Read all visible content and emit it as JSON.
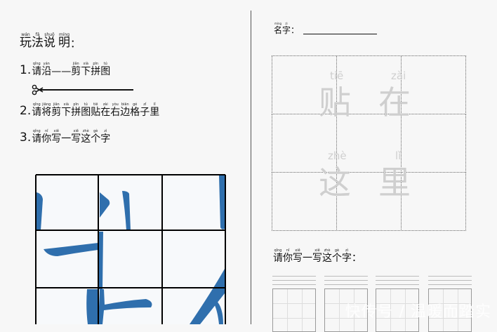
{
  "left": {
    "title": {
      "pinyin": [
        "wán",
        "fǎ",
        "shuō",
        "míng"
      ],
      "chars": [
        "玩",
        "法",
        "说",
        "明"
      ],
      "suffix": "："
    },
    "steps": [
      {
        "num": "1.",
        "pinyin": [
          "qǐng",
          "yán",
          "",
          "",
          "jiǎn",
          "xià",
          "pīn",
          "tú"
        ],
        "chars": [
          "请",
          "沿",
          "—",
          "—",
          "剪",
          "下",
          "拼",
          "图"
        ]
      },
      {
        "num": "2.",
        "pinyin": [
          "qǐng",
          "jiāng",
          "jiǎn",
          "xià",
          "pīn",
          "tú",
          "tiē",
          "zài",
          "yòu",
          "biān",
          "gé",
          "zǐ",
          "lǐ"
        ],
        "chars": [
          "请",
          "将",
          "剪",
          "下",
          "拼",
          "图",
          "贴",
          "在",
          "右",
          "边",
          "格",
          "子",
          "里"
        ]
      },
      {
        "num": "3.",
        "pinyin": [
          "qǐng",
          "nǐ",
          "xiě",
          "",
          "xiě",
          "zhè",
          "gè",
          "zì"
        ],
        "chars": [
          "请",
          "你",
          "写",
          "一",
          "写",
          "这",
          "个",
          "字"
        ]
      }
    ],
    "scissors_icon": "scissors-icon",
    "puzzle_color": "#2f6fad"
  },
  "right": {
    "name_label": {
      "pinyin": [
        "míng",
        "zì"
      ],
      "chars": [
        "名",
        "字"
      ],
      "suffix": "："
    },
    "paste_grid": {
      "chars": [
        {
          "pinyin": "tiē",
          "char": "贴"
        },
        {
          "pinyin": "zài",
          "char": "在"
        },
        {
          "pinyin": "zhè",
          "char": "这"
        },
        {
          "pinyin": "lǐ",
          "char": "里"
        }
      ]
    },
    "write_heading": {
      "pinyin": [
        "qǐng",
        "nǐ",
        "xiě",
        "",
        "xiě",
        "zhè",
        "gè",
        "zì"
      ],
      "chars": [
        "请",
        "你",
        "写",
        "一",
        "写",
        "这",
        "个",
        "字"
      ],
      "suffix": "："
    }
  },
  "watermark": "快传号 / 温暖而踏实"
}
